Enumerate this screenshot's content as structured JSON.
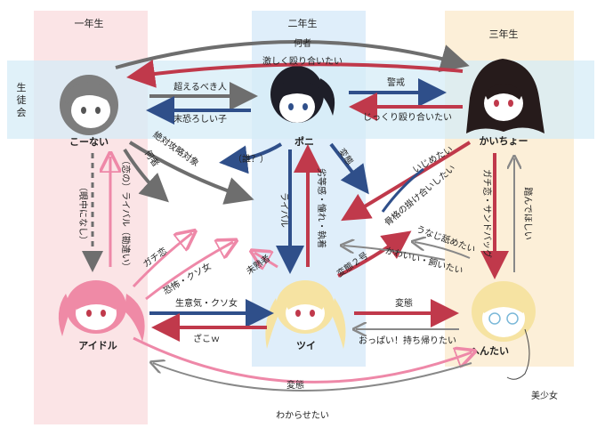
{
  "columns": {
    "year1": "一年生",
    "year2": "二年生",
    "year3": "三年生"
  },
  "council": "生徒会",
  "characters": {
    "kounai": "こーない",
    "poni": "ポニ",
    "kaicho": "かいちょー",
    "idol": "アイドル",
    "tsui": "ツイ",
    "hentai": "へんたい",
    "bishoujo": "美少女"
  },
  "relations": {
    "nanimono": "何者",
    "hageshiku": "激しく殴り合いたい",
    "koerubeki": "超えるべき人",
    "sueosoroshii": "末恐ろしい子",
    "keikai": "警戒",
    "jikkuri": "じっくり殴り合いたい",
    "zettai": "絶対攻略対象",
    "dare": "（誰？）",
    "nanimono2": "何者",
    "ganchuu": "（眼中になし）",
    "koi_rival": "（恋の）ライバル（勘違い）",
    "gachikoi1": "ガチ恋",
    "kyoufu": "恐怖・クソ女",
    "namaiki": "生意気・クソ女",
    "zako": "ざこｗ",
    "rival": "ライバル",
    "rettoukan": "劣等感・憧れ・執着",
    "hentai_top": "変態",
    "mijukusha": "未熟者",
    "ijimetai": "いじめたい",
    "gino": "ガチ恋・サンドバッグ",
    "funde": "踏んでほしい",
    "kokkaku": "骨格の掛け合いしたい",
    "hentai2": "変態２号",
    "unaji": "うなじ舐めたい",
    "kawaii": "かわいい・飼いたい",
    "hentai_mid": "変態",
    "oppai": "おっぱい！持ち帰りたい",
    "hentai_bottom": "変態",
    "wakarase": "わからせたい"
  },
  "colors": {
    "red": "#c0394b",
    "blue": "#2f4f8a",
    "gray": "#6e6e6e",
    "pink": "#ee88a8",
    "year1_bg": "#fbe4e6",
    "year2_bg": "#dfeefa",
    "year3_bg": "#fcefd8",
    "council_bg": "#d6ecf7"
  }
}
